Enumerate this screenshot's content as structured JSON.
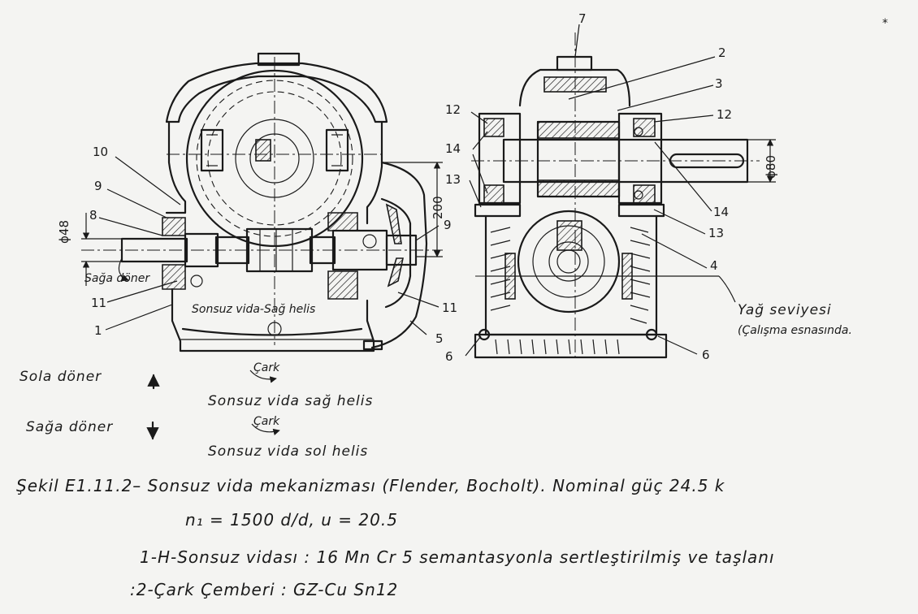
{
  "callouts": {
    "front_10": "10",
    "front_9": "9",
    "front_8": "8",
    "front_11": "11",
    "front_1": "1",
    "front_9b": "9",
    "front_11b": "11",
    "front_5": "5",
    "side_7": "7",
    "side_2": "2",
    "side_3": "3",
    "side_12a": "12",
    "side_12b": "12",
    "side_14a": "14",
    "side_14b": "14",
    "side_13a": "13",
    "side_13b": "13",
    "side_4": "4",
    "side_6a": "6",
    "side_6b": "6"
  },
  "dimensions": {
    "dia_48": "ϕ48",
    "dim_200": "200",
    "dia_80": "ϕ80"
  },
  "annotations": {
    "saga_doner_small": "Sağa döner",
    "sonsuz_vida_sag_helis_inner": "Sonsuz vida-Sağ helis",
    "yag_seviyesi": "Yağ seviyesi",
    "calisma": "(Çalışma esnasında.",
    "star_mark": "*"
  },
  "rotation_legend": {
    "sola_doner": "Sola döner",
    "saga_doner": "Sağa döner",
    "cark_1": "Çark",
    "cark_2": "Çark",
    "sag_helis": "Sonsuz vida sağ helis",
    "sol_helis": "Sonsuz vida sol helis"
  },
  "caption": {
    "line1": "Şekil E1.11.2– Sonsuz vida mekanizması (Flender, Bocholt). Nominal güç 24.5 k",
    "line2": "n₁ = 1500 d/d, u = 20.5",
    "line3": "1-H-Sonsuz vidası : 16 Mn Cr 5   semantasyonla sertleştirilmiş ve taşlanı",
    "line4": ":2-Çark Çemberi : GZ-Cu Sn12"
  }
}
